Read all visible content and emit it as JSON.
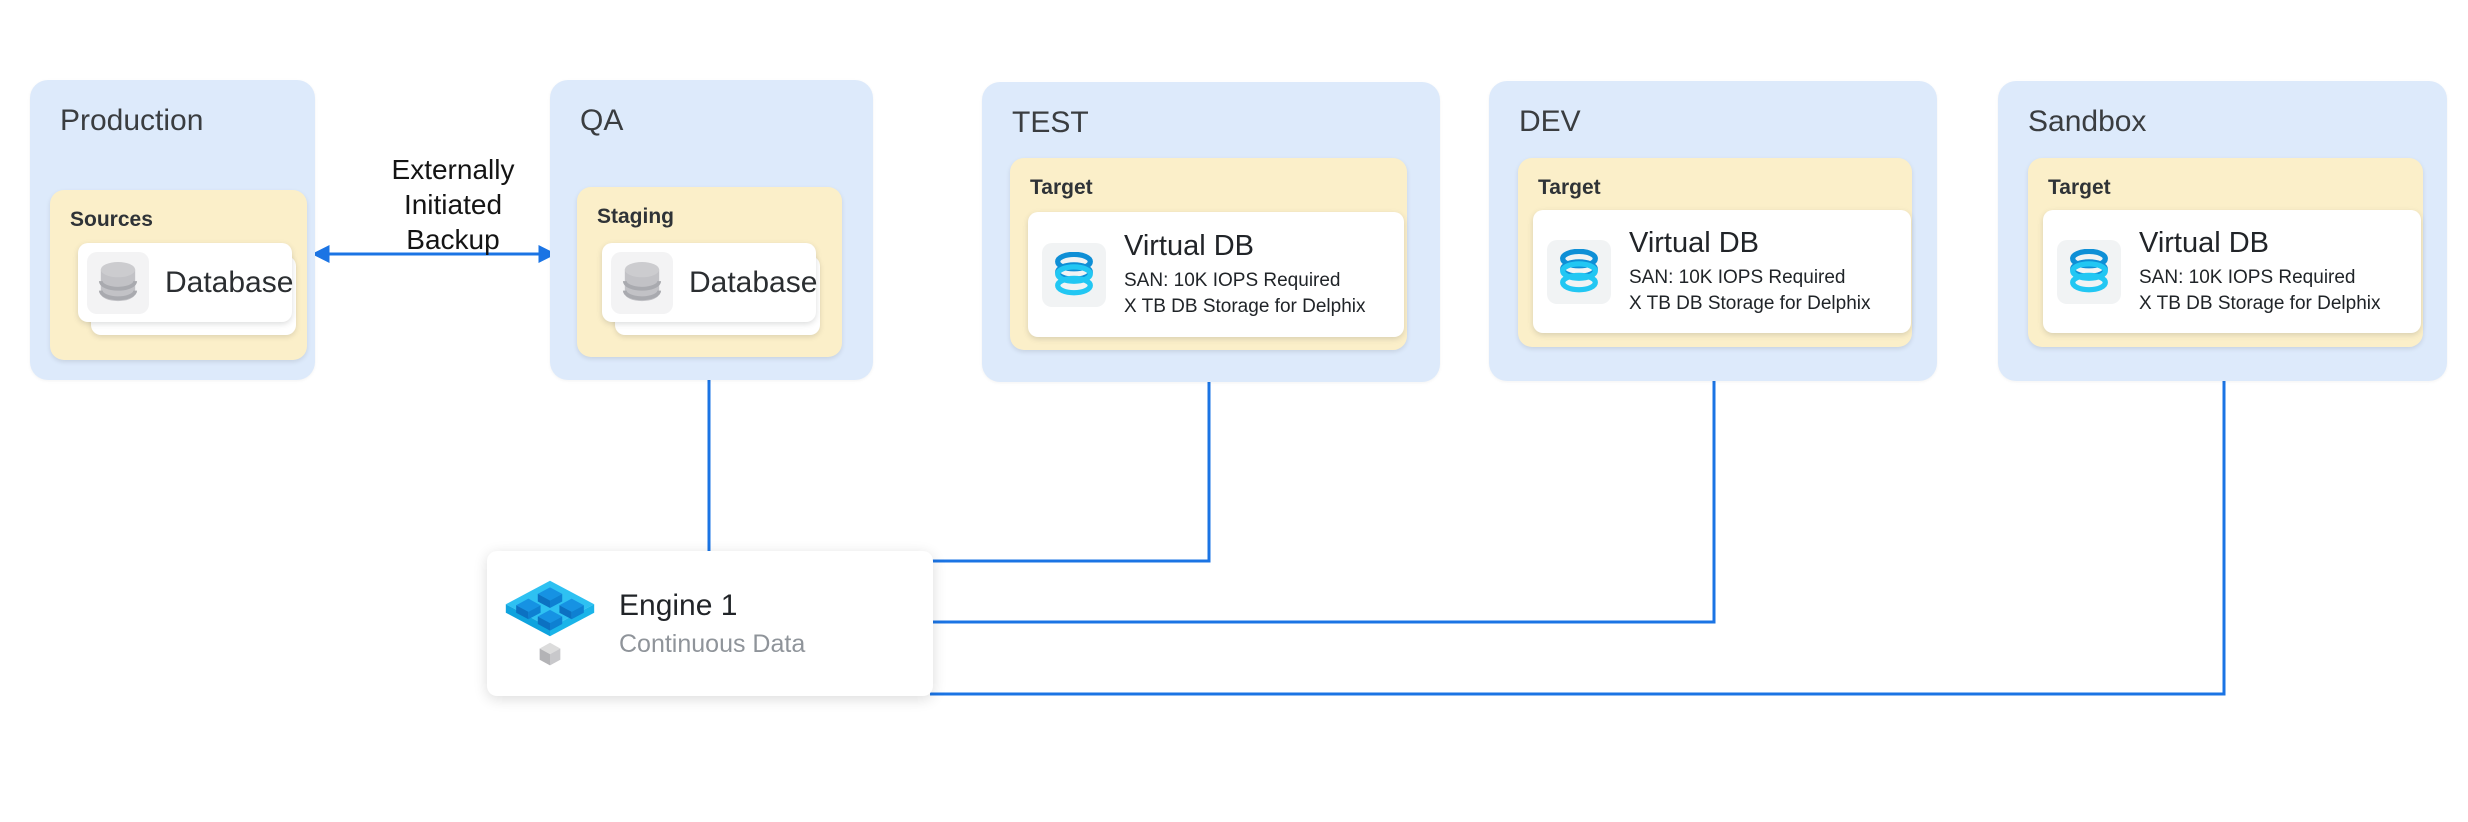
{
  "backup_label": "Externally Initiated Backup",
  "environments": [
    {
      "label": "Production",
      "section": "Sources",
      "card": {
        "kind": "database",
        "label": "Database"
      }
    },
    {
      "label": "QA",
      "section": "Staging",
      "card": {
        "kind": "database",
        "label": "Database"
      }
    },
    {
      "label": "TEST",
      "section": "Target",
      "card": {
        "kind": "virtual-db",
        "title": "Virtual DB",
        "details": [
          "SAN: 10K IOPS Required",
          "X TB DB Storage for Delphix"
        ]
      }
    },
    {
      "label": "DEV",
      "section": "Target",
      "card": {
        "kind": "virtual-db",
        "title": "Virtual DB",
        "details": [
          "SAN: 10K IOPS Required",
          "X TB DB Storage for Delphix"
        ]
      }
    },
    {
      "label": "Sandbox",
      "section": "Target",
      "card": {
        "kind": "virtual-db",
        "title": "Virtual DB",
        "details": [
          "SAN: 10K IOPS Required",
          "X TB DB Storage for Delphix"
        ]
      }
    }
  ],
  "engine": {
    "title": "Engine 1",
    "subtitle": "Continuous Data"
  },
  "colors": {
    "environment_bg": "#ddeafb",
    "section_bg": "#fbefc9",
    "card_bg": "#ffffff",
    "arrow": "#1b74e4",
    "env_label_text": "#3a3d40",
    "card_title_text": "#212428",
    "engine_subtitle_text": "#8f949a",
    "virtual_db_icon_dark": "#0e8fd6",
    "virtual_db_icon_cyan": "#22c7f3",
    "database_icon_gray": "#c2c2c6",
    "engine_icon_platform": "#2ec1f2",
    "engine_icon_cube": "#1692e3"
  }
}
